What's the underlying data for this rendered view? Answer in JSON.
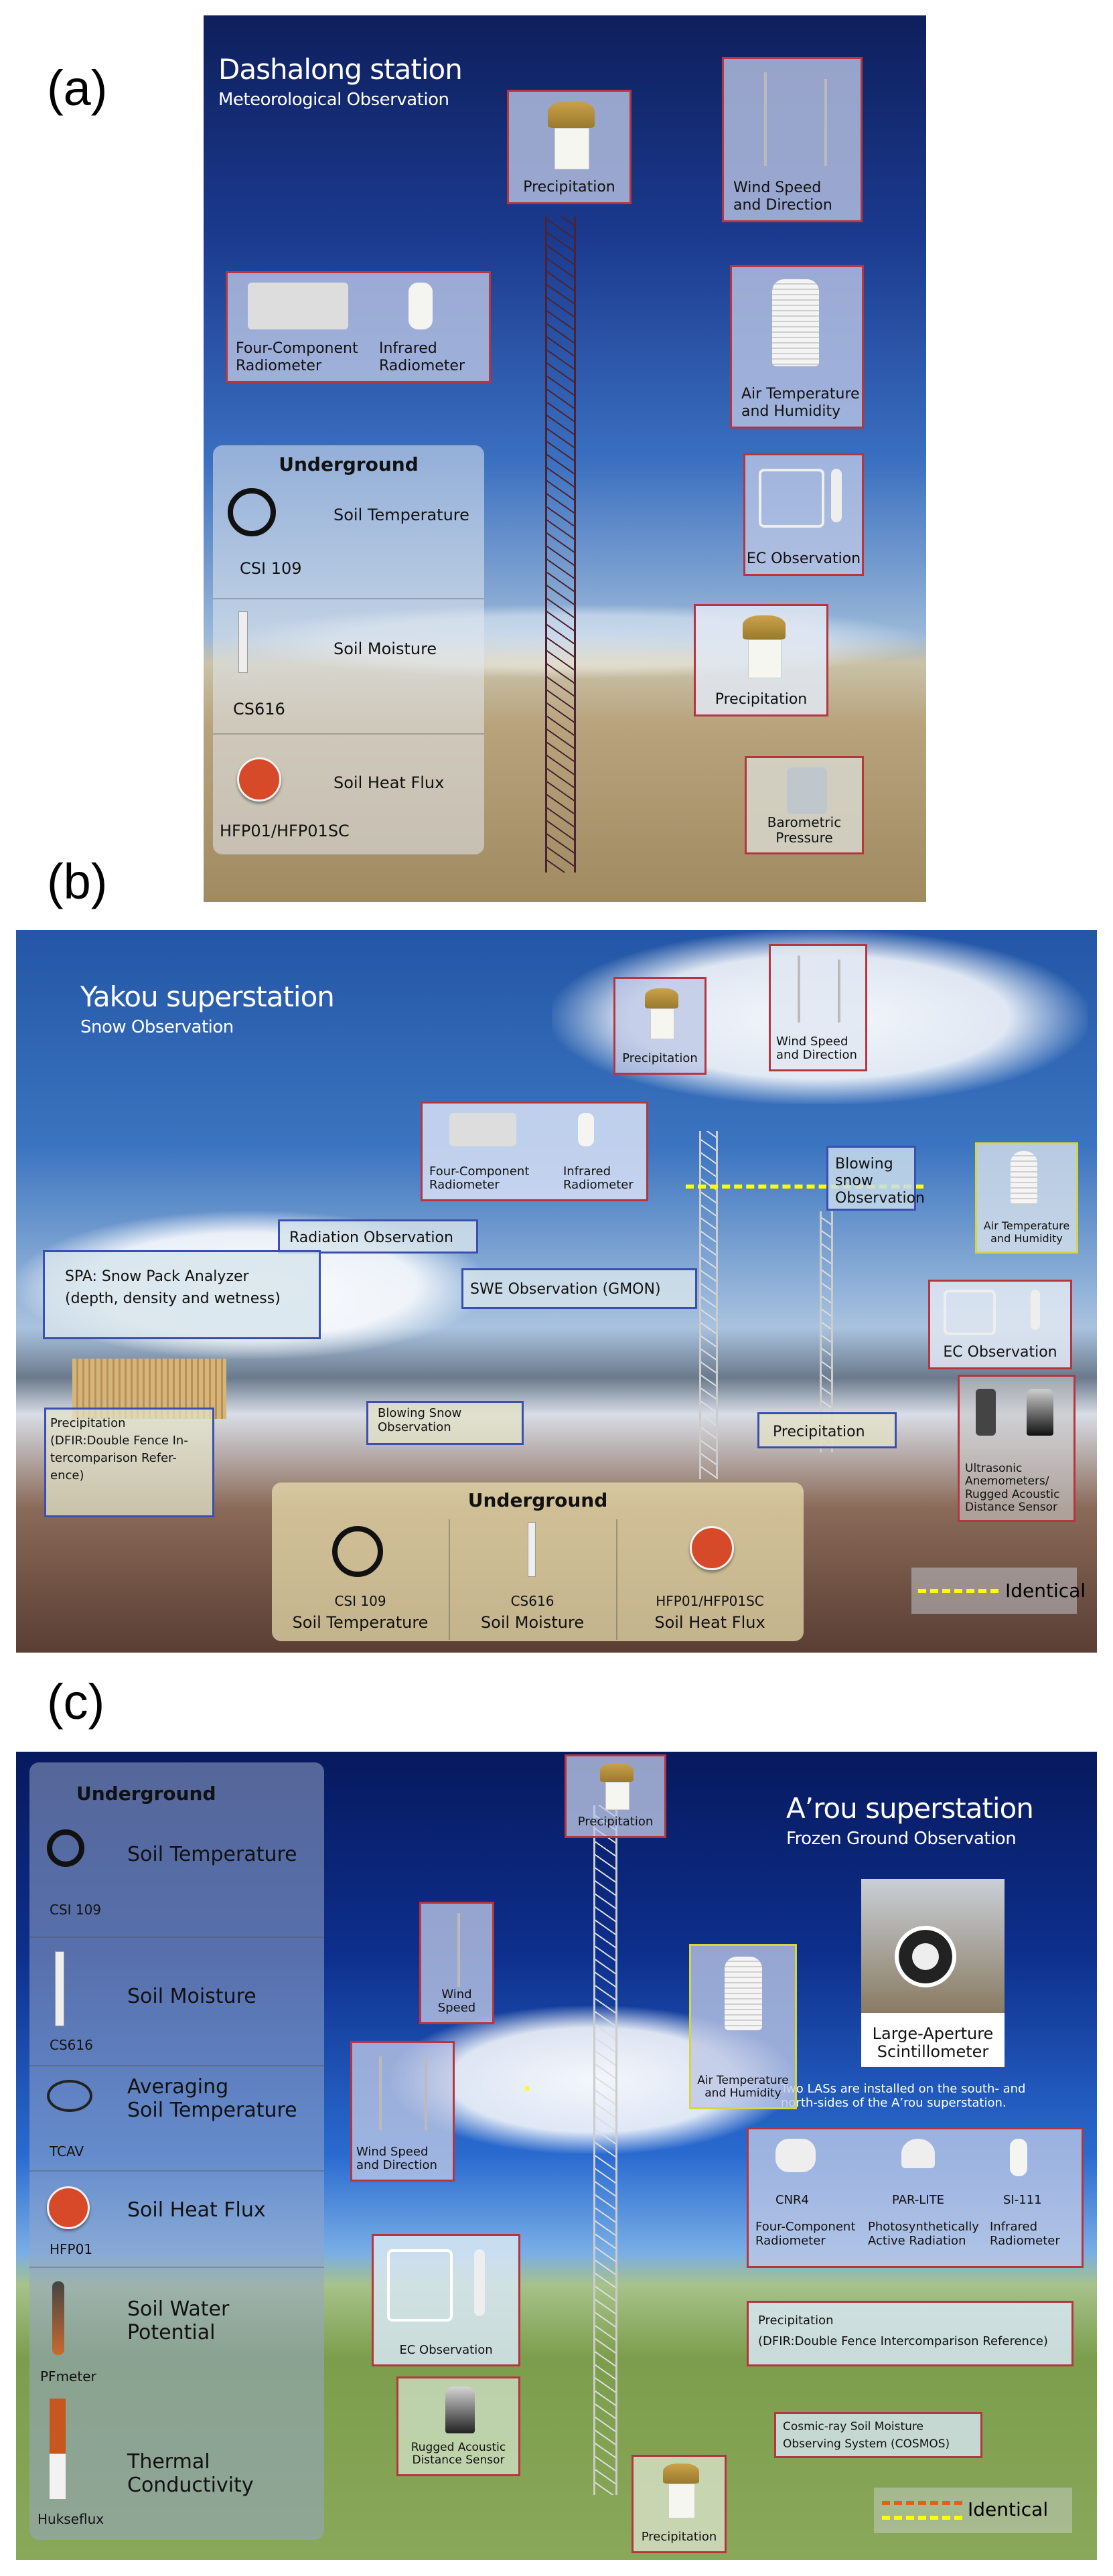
{
  "panel_labels": {
    "a": "(a)",
    "b": "(b)",
    "c": "(c)"
  },
  "panel_a": {
    "title": "Dashalong station",
    "subtitle": "Meteorological Observation",
    "callouts": {
      "precipitation_top": "Precipitation",
      "wind_speed_direction": [
        "Wind Speed",
        "and Direction"
      ],
      "four_component": [
        "Four-Component",
        "Radiometer"
      ],
      "infrared": [
        "Infrared",
        "Radiometer"
      ],
      "air_temp_humidity": [
        "Air Temperature",
        "and Humidity"
      ],
      "ec_observation": "EC Observation",
      "precipitation_bottom": "Precipitation",
      "barometric_pressure": "Barometric Pressure"
    },
    "underground": {
      "title": "Underground",
      "items": [
        {
          "model": "CSI 109",
          "label": "Soil Temperature"
        },
        {
          "model": "CS616",
          "label": "Soil Moisture"
        },
        {
          "model": "HFP01/HFP01SC",
          "label": "Soil Heat Flux"
        }
      ]
    }
  },
  "panel_b": {
    "title": "Yakou superstation",
    "subtitle": "Snow Observation",
    "callouts": {
      "precipitation_top": "Precipitation",
      "wind_speed_direction": [
        "Wind Speed",
        "and Direction"
      ],
      "four_component": [
        "Four-Component",
        "Radiometer"
      ],
      "infrared": [
        "Infrared",
        "Radiometer"
      ],
      "blowing_snow_upper": [
        "Blowing snow",
        "Observation"
      ],
      "air_temp_humidity": [
        "Air Temperature",
        "and Humidity"
      ],
      "radiation_observation": "Radiation Observation",
      "spa": [
        "SPA: Snow Pack Analyzer",
        "(depth, density and wetness)"
      ],
      "swe": "SWE Observation (GMON)",
      "ec_observation": "EC Observation",
      "precipitation_dfir": [
        "Precipitation",
        "(DFIR:Double Fence In-",
        "tercomparison Refer-",
        "ence)"
      ],
      "blowing_snow_lower": [
        "Blowing Snow",
        "Observation"
      ],
      "precipitation_right": "Precipitation",
      "ultrasonic": [
        "Ultrasonic",
        "Anemometers/",
        "Rugged Acoustic",
        "Distance Sensor"
      ]
    },
    "underground": {
      "title": "Underground",
      "items": [
        {
          "model": "CSI 109",
          "label": "Soil Temperature"
        },
        {
          "model": "CS616",
          "label": "Soil Moisture"
        },
        {
          "model": "HFP01/HFP01SC",
          "label": "Soil Heat Flux"
        }
      ]
    },
    "legend": {
      "label": "Identical",
      "color": "#ffff00"
    }
  },
  "panel_c": {
    "title": "A’rou superstation",
    "subtitle": "Frozen Ground Observation",
    "callouts": {
      "precipitation_top": "Precipitation",
      "wind_speed": "Wind Speed",
      "las": [
        "Large-Aperture",
        "Scintillometer"
      ],
      "las_note": [
        "Two LASs are installed on the south- and",
        "north-sides of the A’rou superstation."
      ],
      "air_temp_humidity": [
        "Air Temperature",
        "and Humidity"
      ],
      "wind_speed_direction": [
        "Wind Speed",
        "and Direction"
      ],
      "radiometers": [
        {
          "model": "CNR4",
          "label": [
            "Four-Component",
            "Radiometer"
          ]
        },
        {
          "model": "PAR-LITE",
          "label": [
            "Photosynthetically",
            "Active Radiation"
          ]
        },
        {
          "model": "SI-111",
          "label": [
            "Infrared",
            "Radiometer"
          ]
        }
      ],
      "ec_observation": "EC Observation",
      "precipitation_dfir": [
        "Precipitation",
        "(DFIR:Double Fence Intercomparison Reference)"
      ],
      "rugged_acoustic": [
        "Rugged Acoustic",
        "Distance Sensor"
      ],
      "cosmos": [
        "Cosmic-ray Soil Moisture",
        "Observing System (COSMOS)"
      ],
      "precipitation_bottom": "Precipitation"
    },
    "underground": {
      "title": "Underground",
      "items": [
        {
          "model": "CSI 109",
          "label": [
            "Soil Temperature"
          ]
        },
        {
          "model": "CS616",
          "label": [
            "Soil Moisture"
          ]
        },
        {
          "model": "TCAV",
          "label": [
            "Averaging",
            "Soil Temperature"
          ]
        },
        {
          "model": "HFP01",
          "label": [
            "Soil Heat Flux"
          ]
        },
        {
          "model": "PFmeter",
          "label": [
            "Soil Water",
            "Potential"
          ]
        },
        {
          "model": "Hukseflux",
          "label": [
            "Thermal",
            "Conductivity"
          ]
        }
      ]
    },
    "legend": {
      "label": "Identical",
      "colors": [
        "#e0601e",
        "#ffff00"
      ]
    }
  }
}
